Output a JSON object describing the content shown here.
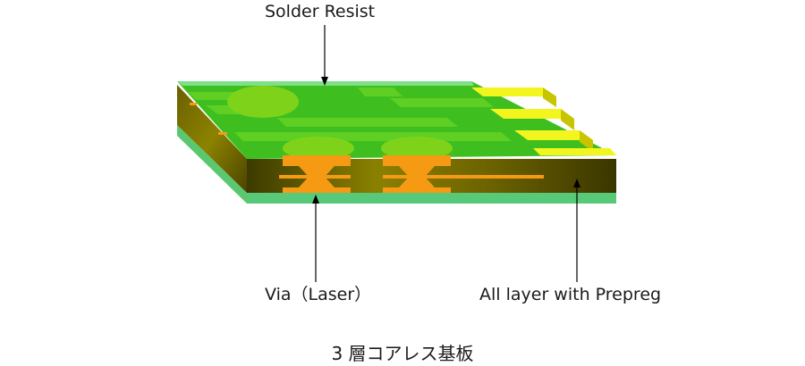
{
  "labels": {
    "solder_resist": "Solder Resist",
    "via": "Via（Laser）",
    "prepreg": "All layer with Prepreg"
  },
  "caption": "3 層コアレス基板",
  "colors": {
    "solder_resist": "#3fbf1f",
    "solder_resist_edge": "#6fe07a",
    "copper": "#f59a12",
    "prepreg": "#4a4300",
    "gold_fingers": "#eef21a",
    "leader_line": "#000000"
  }
}
